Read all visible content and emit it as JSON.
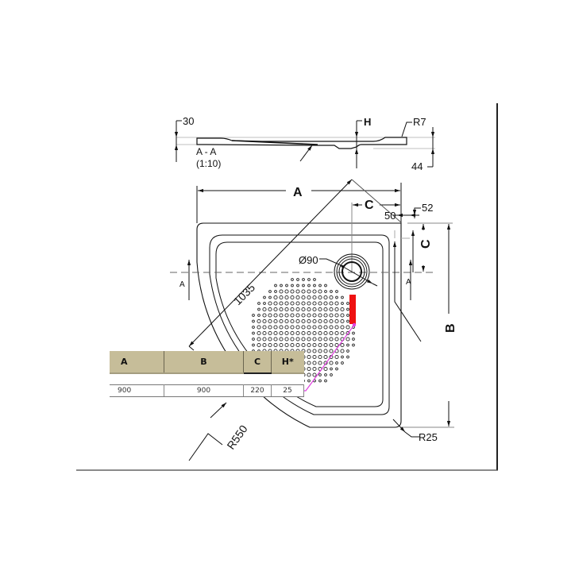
{
  "section_view": {
    "label": "A - A",
    "scale": "(1:10)",
    "dim_left_height": "30",
    "dim_drain_depth": "H",
    "dim_edge_radius": "R7",
    "dim_total_height": "44"
  },
  "plan_view": {
    "dim_width": "A",
    "dim_depth": "B",
    "dim_drain_offset_x": "C",
    "dim_drain_offset_y": "C",
    "dim_flange_50": "50",
    "dim_flange_52": "52",
    "dim_diagonal": "1035",
    "dim_drain_diameter": "Ø90",
    "dim_front_radius": "R550",
    "dim_corner_radius": "R25",
    "section_marker_left": "A",
    "section_marker_right": "A"
  },
  "colors": {
    "table_header": "#c6bd99",
    "highlight_red": "#ee1111",
    "highlight_magenta": "#e040e0",
    "line": "#111111"
  },
  "spec_table": {
    "headers": [
      "A",
      "B",
      "C",
      "H*"
    ],
    "rows": [
      [
        "900",
        "900",
        "220",
        "25"
      ]
    ]
  }
}
